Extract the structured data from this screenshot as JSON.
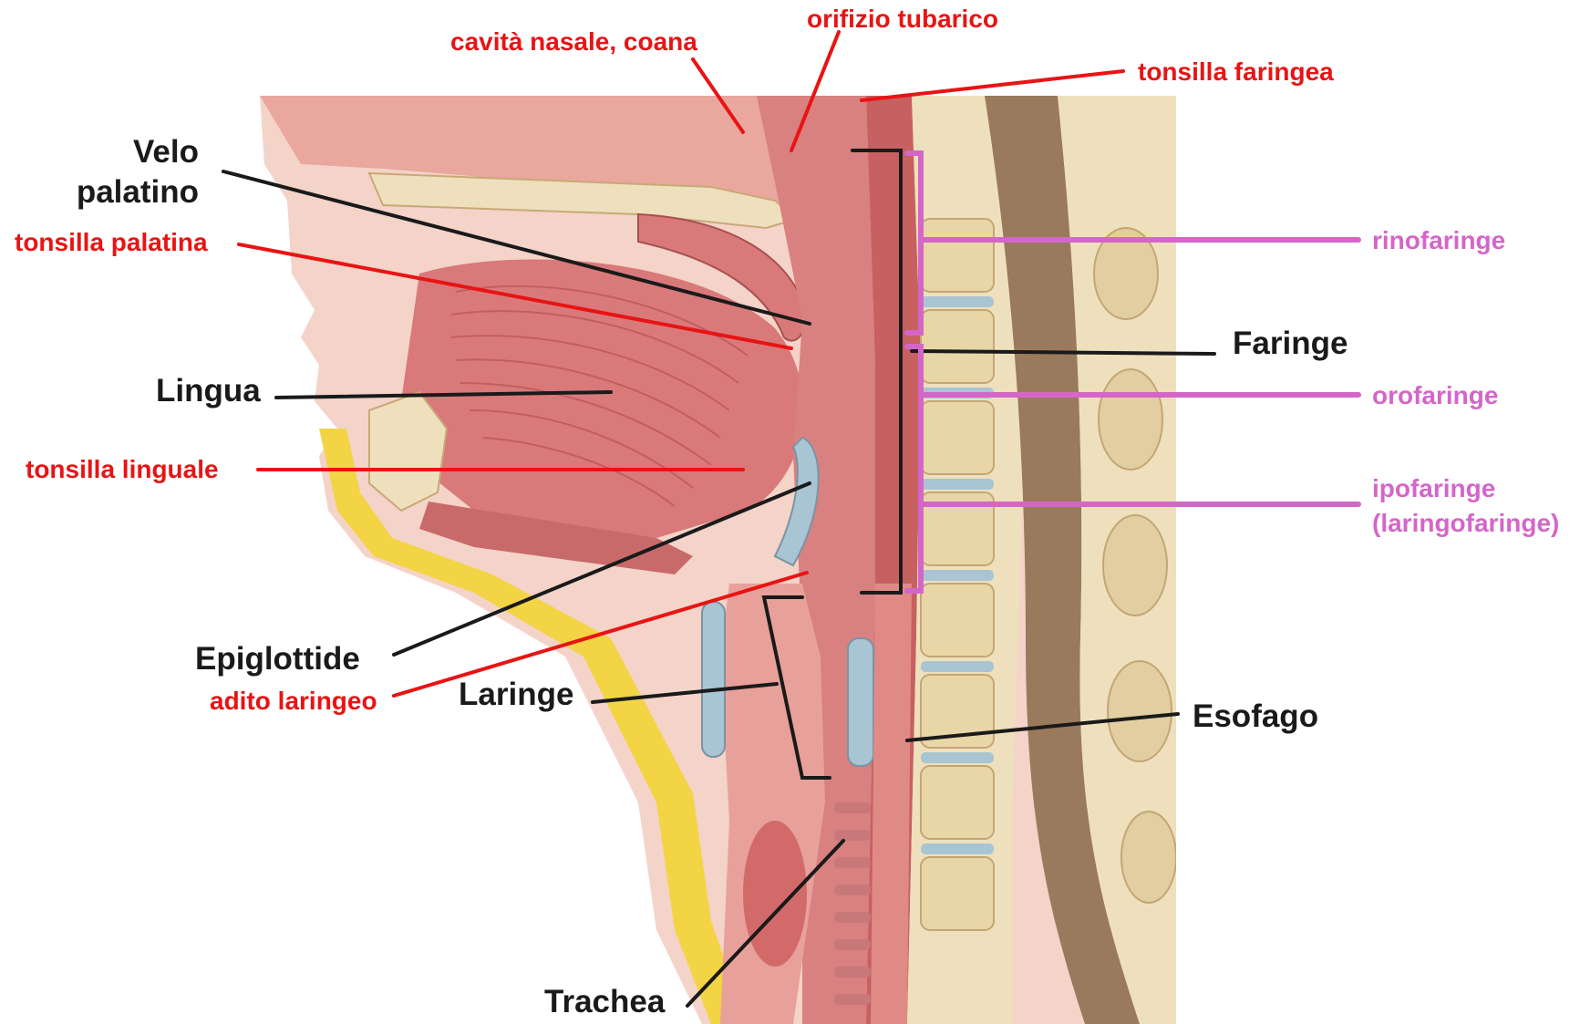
{
  "labels": {
    "velo_palatino": [
      "Velo",
      "palatino"
    ],
    "tonsilla_palatina": "tonsilla palatina",
    "lingua": "Lingua",
    "tonsilla_linguale": "tonsilla linguale",
    "epiglottide": "Epiglottide",
    "adito_laringeo": "adito laringeo",
    "laringe": "Laringe",
    "trachea": "Trachea",
    "cavita_nasale": "cavità nasale, coana",
    "orifizio_tubarico": "orifizio tubarico",
    "tonsilla_faringea": "tonsilla faringea",
    "faringe": "Faringe",
    "esofago": "Esofago",
    "rinofaringe": "rinofaringe",
    "orofaringe": "orofaringe",
    "ipofaringe": [
      "ipofaringe",
      "(laringofaringe)"
    ]
  },
  "colors": {
    "black_label": "#1a1a1a",
    "red_label": "#e81414",
    "pink_label": "#d466c8",
    "skin": "#f4d3c8",
    "muscle": "#d9797a",
    "mucosa": "#e8a09a",
    "bone": "#eee0bc",
    "cartilage": "#a9c4d3",
    "spinal_cord": "#9a7a5c",
    "fat": "#f3d445"
  }
}
